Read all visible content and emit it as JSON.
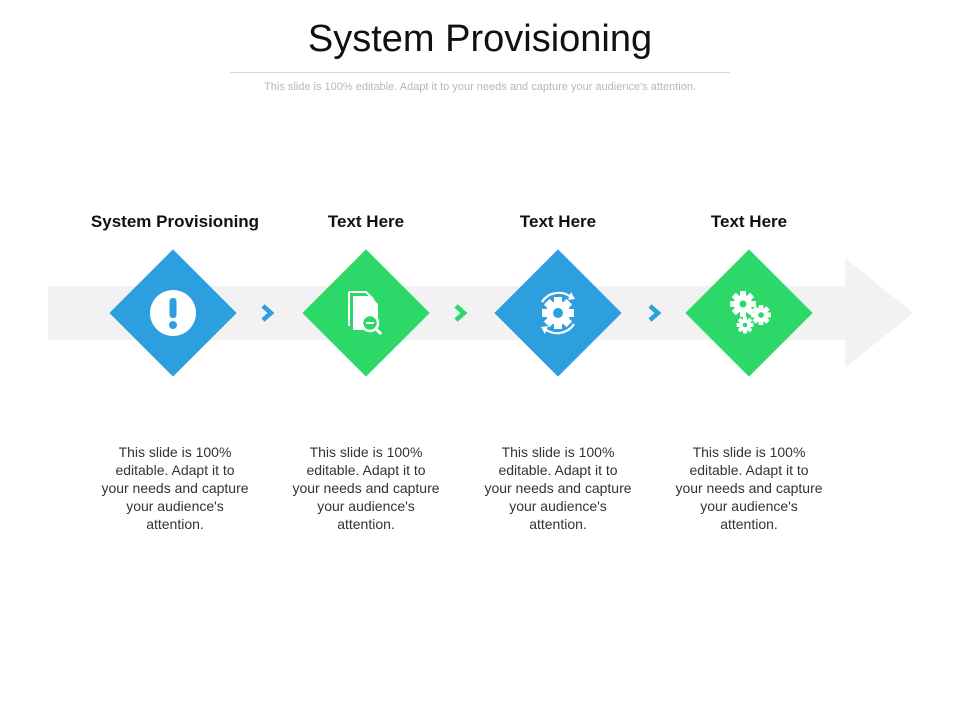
{
  "title": "System Provisioning",
  "subtitle": "This slide is 100% editable. Adapt it to your needs and capture your audience's attention.",
  "colors": {
    "blue": "#2d9fde",
    "green": "#2cd867",
    "band": "#f2f2f2"
  },
  "steps": [
    {
      "heading": "System Provisioning",
      "icon": "exclamation-icon",
      "color": "#2d9fde",
      "description": "This slide is 100% editable. Adapt it to your needs and capture your audience's attention."
    },
    {
      "heading": "Text Here",
      "icon": "document-search-icon",
      "color": "#2cd867",
      "description": "This slide is 100% editable. Adapt it to your needs and capture your audience's attention."
    },
    {
      "heading": "Text Here",
      "icon": "gear-refresh-icon",
      "color": "#2d9fde",
      "description": "This slide is 100% editable. Adapt it to your needs and capture your audience's attention."
    },
    {
      "heading": "Text Here",
      "icon": "gears-icon",
      "color": "#2cd867",
      "description": "This slide is 100% editable. Adapt it to your needs and capture your audience's attention."
    }
  ],
  "connectors": [
    {
      "color": "#2d9fde"
    },
    {
      "color": "#2cd867"
    },
    {
      "color": "#2d9fde"
    }
  ]
}
